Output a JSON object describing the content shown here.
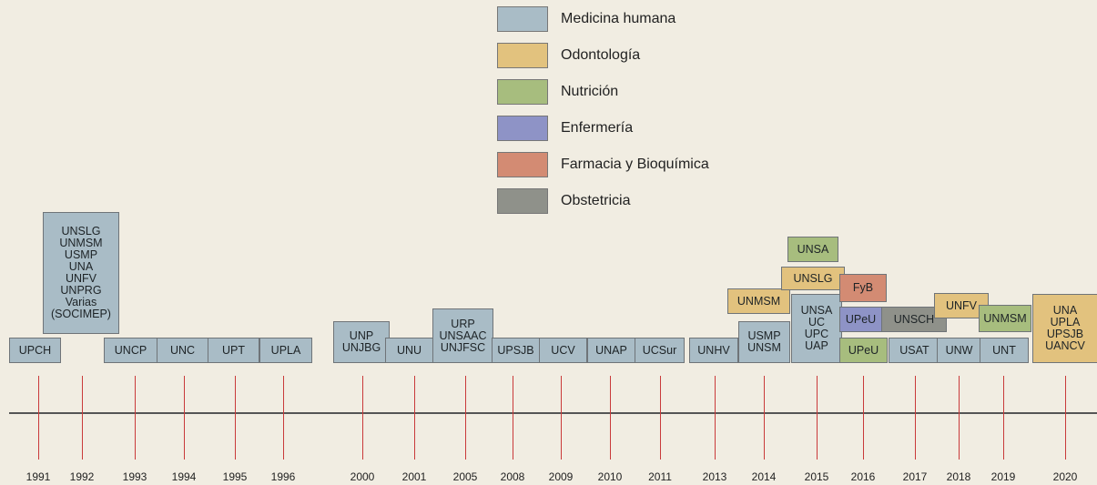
{
  "colors": {
    "medicina": "#a9bcc6",
    "odontologia": "#e2c27e",
    "nutricion": "#a7bd7e",
    "enfermeria": "#8e93c6",
    "farmacia": "#d38b73",
    "obstetricia": "#8f918a"
  },
  "legend": [
    {
      "key": "medicina",
      "label": "Medicina humana"
    },
    {
      "key": "odontologia",
      "label": "Odontología"
    },
    {
      "key": "nutricion",
      "label": "Nutrición"
    },
    {
      "key": "enfermeria",
      "label": "Enfermería"
    },
    {
      "key": "farmacia",
      "label": "Farmacia y Bioquímica"
    },
    {
      "key": "obstetricia",
      "label": "Obstetricia"
    }
  ],
  "years": [
    "1991",
    "1992",
    "1993",
    "1994",
    "1995",
    "1996",
    "2000",
    "2001",
    "2005",
    "2008",
    "2009",
    "2010",
    "2011",
    "2013",
    "2014",
    "2015",
    "2016",
    "2017",
    "2018",
    "2019",
    "2020"
  ],
  "entries": [
    {
      "year": "1991",
      "category": "medicina",
      "text": "UPCH"
    },
    {
      "year": "1992",
      "category": "medicina",
      "text": "UNSLG\nUNMSM\nUSMP\nUNA\nUNFV\nUNPRG\nVarias\n(SOCIMEP)"
    },
    {
      "year": "1993",
      "category": "medicina",
      "text": "UNCP"
    },
    {
      "year": "1994",
      "category": "medicina",
      "text": "UNC"
    },
    {
      "year": "1995",
      "category": "medicina",
      "text": "UPT"
    },
    {
      "year": "1996",
      "category": "medicina",
      "text": "UPLA"
    },
    {
      "year": "2000",
      "category": "medicina",
      "text": "UNP\nUNJBG"
    },
    {
      "year": "2001",
      "category": "medicina",
      "text": "UNU"
    },
    {
      "year": "2005",
      "category": "medicina",
      "text": "URP\nUNSAAC\nUNJFSC"
    },
    {
      "year": "2008",
      "category": "medicina",
      "text": "UPSJB"
    },
    {
      "year": "2009",
      "category": "medicina",
      "text": "UCV"
    },
    {
      "year": "2010",
      "category": "medicina",
      "text": "UNAP"
    },
    {
      "year": "2011",
      "category": "medicina",
      "text": "UCSur"
    },
    {
      "year": "2013",
      "category": "medicina",
      "text": "UNHV"
    },
    {
      "year": "2014",
      "category": "medicina",
      "text": "USMP\nUNSM"
    },
    {
      "year": "2014",
      "category": "odontologia",
      "text": "UNMSM"
    },
    {
      "year": "2015",
      "category": "medicina",
      "text": "UNSA\nUC\nUPC\nUAP"
    },
    {
      "year": "2015",
      "category": "odontologia",
      "text": "UNSLG"
    },
    {
      "year": "2015",
      "category": "nutricion",
      "text": "UNSA"
    },
    {
      "year": "2016",
      "category": "nutricion",
      "text": "UPeU"
    },
    {
      "year": "2016",
      "category": "enfermeria",
      "text": "UPeU"
    },
    {
      "year": "2016",
      "category": "farmacia",
      "text": "FyB"
    },
    {
      "year": "2016",
      "category": "obstetricia",
      "text": "UNSCH"
    },
    {
      "year": "2017",
      "category": "medicina",
      "text": "USAT"
    },
    {
      "year": "2018",
      "category": "medicina",
      "text": "UNW"
    },
    {
      "year": "2018",
      "category": "odontologia",
      "text": "UNFV"
    },
    {
      "year": "2019",
      "category": "medicina",
      "text": "UNT"
    },
    {
      "year": "2019",
      "category": "nutricion",
      "text": "UNMSM"
    },
    {
      "year": "2020",
      "category": "odontologia",
      "text": "UNA\nUPLA\nUPSJB\nUANCV"
    }
  ]
}
